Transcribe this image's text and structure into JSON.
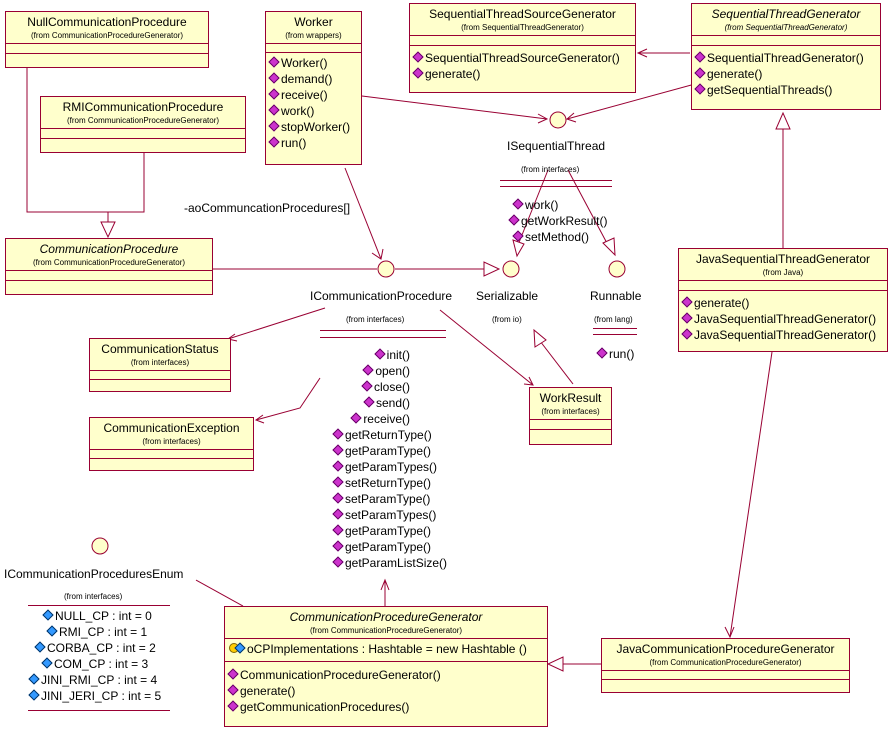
{
  "classes": {
    "null_cp": {
      "name": "NullCommunicationProcedure",
      "from": "(from CommunicationProcedureGenerator)"
    },
    "rmi_cp": {
      "name": "RMICommunicationProcedure",
      "from": "(from CommunicationProcedureGenerator)"
    },
    "comm_proc": {
      "name": "CommunicationProcedure",
      "from": "(from CommunicationProcedureGenerator)"
    },
    "worker": {
      "name": "Worker",
      "from": "(from wrappers)",
      "ops": [
        "Worker()",
        "demand()",
        "receive()",
        "work()",
        "stopWorker()",
        "run()"
      ]
    },
    "seq_src_gen": {
      "name": "SequentialThreadSourceGenerator",
      "from": "(from SequentialThreadGenerator)",
      "ops": [
        "SequentialThreadSourceGenerator()",
        "generate()"
      ]
    },
    "seq_gen": {
      "name": "SequentialThreadGenerator",
      "from": "(from SequentialThreadGenerator)",
      "ops": [
        "SequentialThreadGenerator()",
        "generate()",
        "getSequentialThreads()"
      ]
    },
    "java_seq_gen": {
      "name": "JavaSequentialThreadGenerator",
      "from": "(from Java)",
      "ops": [
        "generate()",
        "JavaSequentialThreadGenerator()",
        "JavaSequentialThreadGenerator()"
      ]
    },
    "comm_status": {
      "name": "CommunicationStatus",
      "from": "(from interfaces)"
    },
    "comm_exc": {
      "name": "CommunicationException",
      "from": "(from interfaces)"
    },
    "work_result": {
      "name": "WorkResult",
      "from": "(from interfaces)"
    },
    "cp_gen": {
      "name": "CommunicationProcedureGenerator",
      "from": "(from CommunicationProcedureGenerator)",
      "attr": "oCPImplementations : Hashtable = new Hashtable ()",
      "ops": [
        "CommunicationProcedureGenerator()",
        "generate()",
        "getCommunicationProcedures()"
      ]
    },
    "java_cp_gen": {
      "name": "JavaCommunicationProcedureGenerator",
      "from": "(from CommunicationProcedureGenerator)"
    }
  },
  "interfaces": {
    "iseq": {
      "name": "ISequentialThread",
      "from": "(from interfaces)",
      "ops": [
        "work()",
        "getWorkResult()",
        "setMethod()"
      ]
    },
    "serial": {
      "name": "Serializable",
      "from": "(from io)"
    },
    "runnable": {
      "name": "Runnable",
      "from": "(from lang)",
      "ops": [
        "run()"
      ]
    },
    "icp": {
      "name": "ICommunicationProcedure",
      "from": "(from interfaces)",
      "ops": [
        "init()",
        "open()",
        "close()",
        "send()",
        "receive()",
        "getReturnType()",
        "getParamType()",
        "getParamTypes()",
        "setReturnType()",
        "setParamType()",
        "setParamTypes()",
        "getParamType()",
        "getParamType()",
        "getParamListSize()"
      ]
    },
    "icp_enum": {
      "name": "ICommunicationProceduresEnum",
      "from": "(from interfaces)",
      "attrs": [
        "NULL_CP : int = 0",
        "RMI_CP : int = 1",
        "CORBA_CP : int = 2",
        "COM_CP : int = 3",
        "JINI_RMI_CP : int = 4",
        "JINI_JERI_CP : int = 5"
      ]
    }
  },
  "role_label": "-aoCommuncationProcedures[]",
  "colors": {
    "class_fill": "#ffffcc",
    "border": "#990033",
    "edge": "#990033",
    "operation_icon": "#cc33cc",
    "attribute_icon": "#3399ff"
  }
}
